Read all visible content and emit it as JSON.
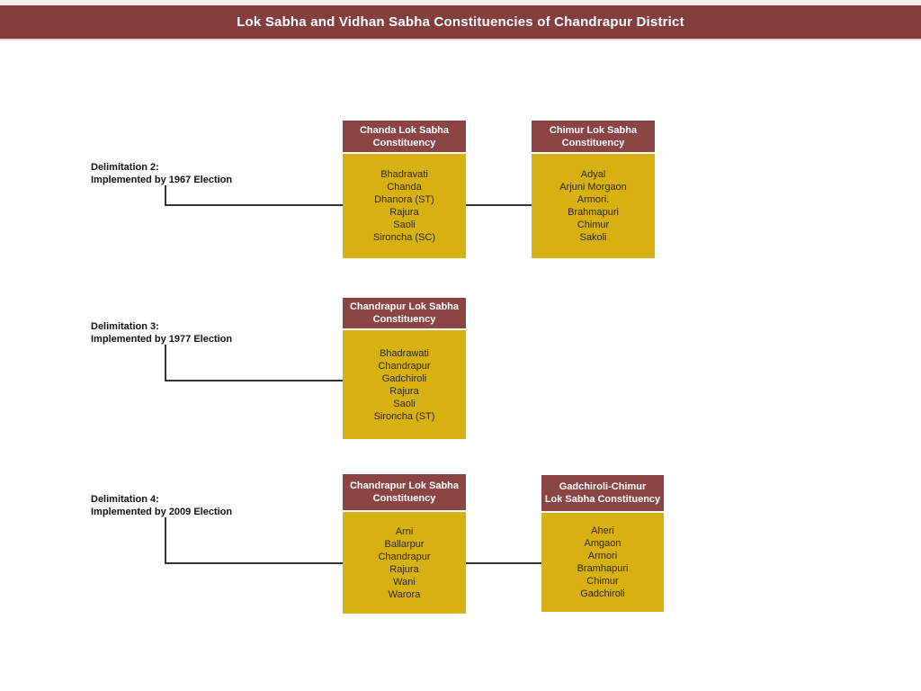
{
  "title": "Lok Sabha and Vidhan Sabha Constituencies of Chandrapur District",
  "colors": {
    "banner": "#843e3e",
    "box_header": "#8b4545",
    "box_body": "#d7b012",
    "connector": "#333333"
  },
  "rows": [
    {
      "label": "Delimitation 2:\nImplemented by 1967 Election",
      "boxes": [
        {
          "header": "Chanda Lok Sabha\nConstituency",
          "items": [
            "Bhadravati",
            "Chanda",
            "Dhanora (ST)",
            "Rajura",
            "Saoli",
            "Sironcha (SC)"
          ]
        },
        {
          "header": "Chimur Lok Sabha\nConstituency",
          "items": [
            "Adyal",
            "Arjuni Morgaon",
            "Armori.",
            "Brahmapuri",
            "Chimur",
            "Sakoli"
          ]
        }
      ]
    },
    {
      "label": "Delimitation 3:\nImplemented by 1977 Election",
      "boxes": [
        {
          "header": "Chandrapur Lok Sabha\nConstituency",
          "items": [
            "Bhadrawati",
            "Chandrapur",
            "Gadchiroli",
            "Rajura",
            "Saoli",
            "Sironcha (ST)"
          ]
        }
      ]
    },
    {
      "label": "Delimitation 4:\nImplemented by 2009 Election",
      "boxes": [
        {
          "header": "Chandrapur Lok Sabha\nConstituency",
          "items": [
            "Arni",
            "Ballarpur",
            "Chandrapur",
            "Rajura",
            "Wani",
            "Warora"
          ]
        },
        {
          "header": "Gadchiroli-Chimur\nLok Sabha Constituency",
          "items": [
            "Aheri",
            "Amgaon",
            "Armori",
            "Bramhapuri",
            "Chimur",
            "Gadchiroli"
          ]
        }
      ]
    }
  ]
}
